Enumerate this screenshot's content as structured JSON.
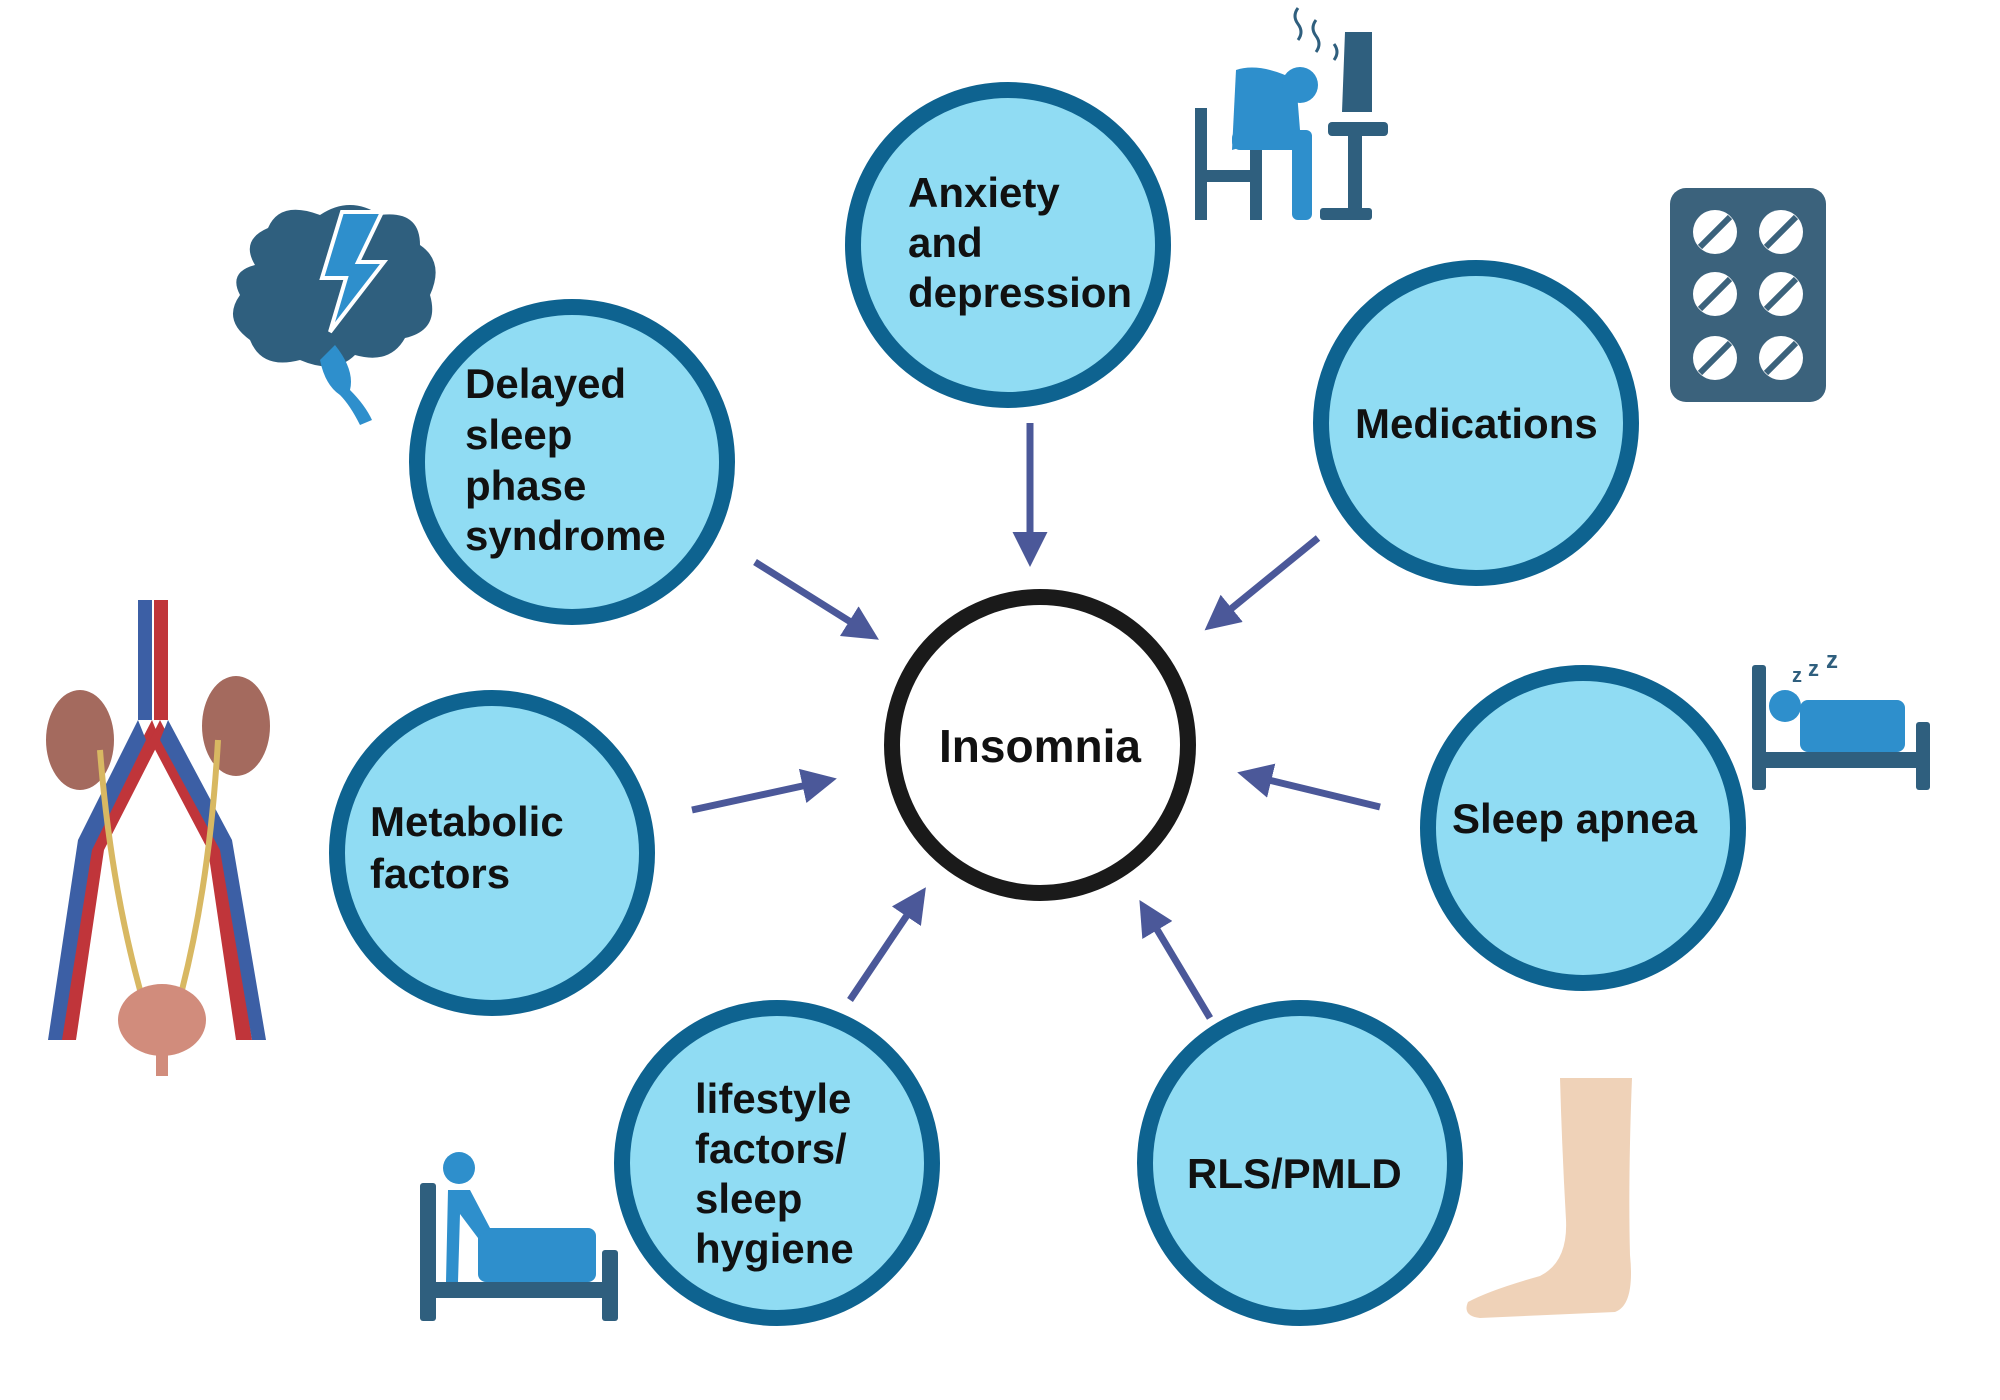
{
  "center": {
    "label": "Insomnia"
  },
  "factors": [
    {
      "id": "anxiety",
      "lines": [
        "Anxiety",
        "and",
        "depression"
      ],
      "icon": "stressed-person-at-desk-icon"
    },
    {
      "id": "medications",
      "lines": [
        "Medications"
      ],
      "icon": "pill-blister-pack-icon"
    },
    {
      "id": "sleep-apnea",
      "lines": [
        "Sleep apnea"
      ],
      "icon": "sleeping-in-bed-icon"
    },
    {
      "id": "rls-pmld",
      "lines": [
        "RLS/PMLD"
      ],
      "icon": "leg-and-foot-icon"
    },
    {
      "id": "lifestyle",
      "lines": [
        "lifestyle",
        "factors/",
        "sleep",
        "hygiene"
      ],
      "icon": "person-sitting-in-bed-icon"
    },
    {
      "id": "metabolic",
      "lines": [
        "Metabolic",
        "factors"
      ],
      "icon": "kidneys-urinary-system-icon"
    },
    {
      "id": "delayed-sleep",
      "lines": [
        "Delayed",
        "sleep",
        "phase",
        "syndrome"
      ],
      "icon": "brain-lightning-icon"
    }
  ],
  "colors": {
    "node_fill": "#90DCF3",
    "node_stroke": "#0E6390",
    "center_stroke": "#1A1A1A",
    "arrow": "#4B5899",
    "icon_dark": "#2F5F7E",
    "icon_light": "#2E8FCC"
  }
}
